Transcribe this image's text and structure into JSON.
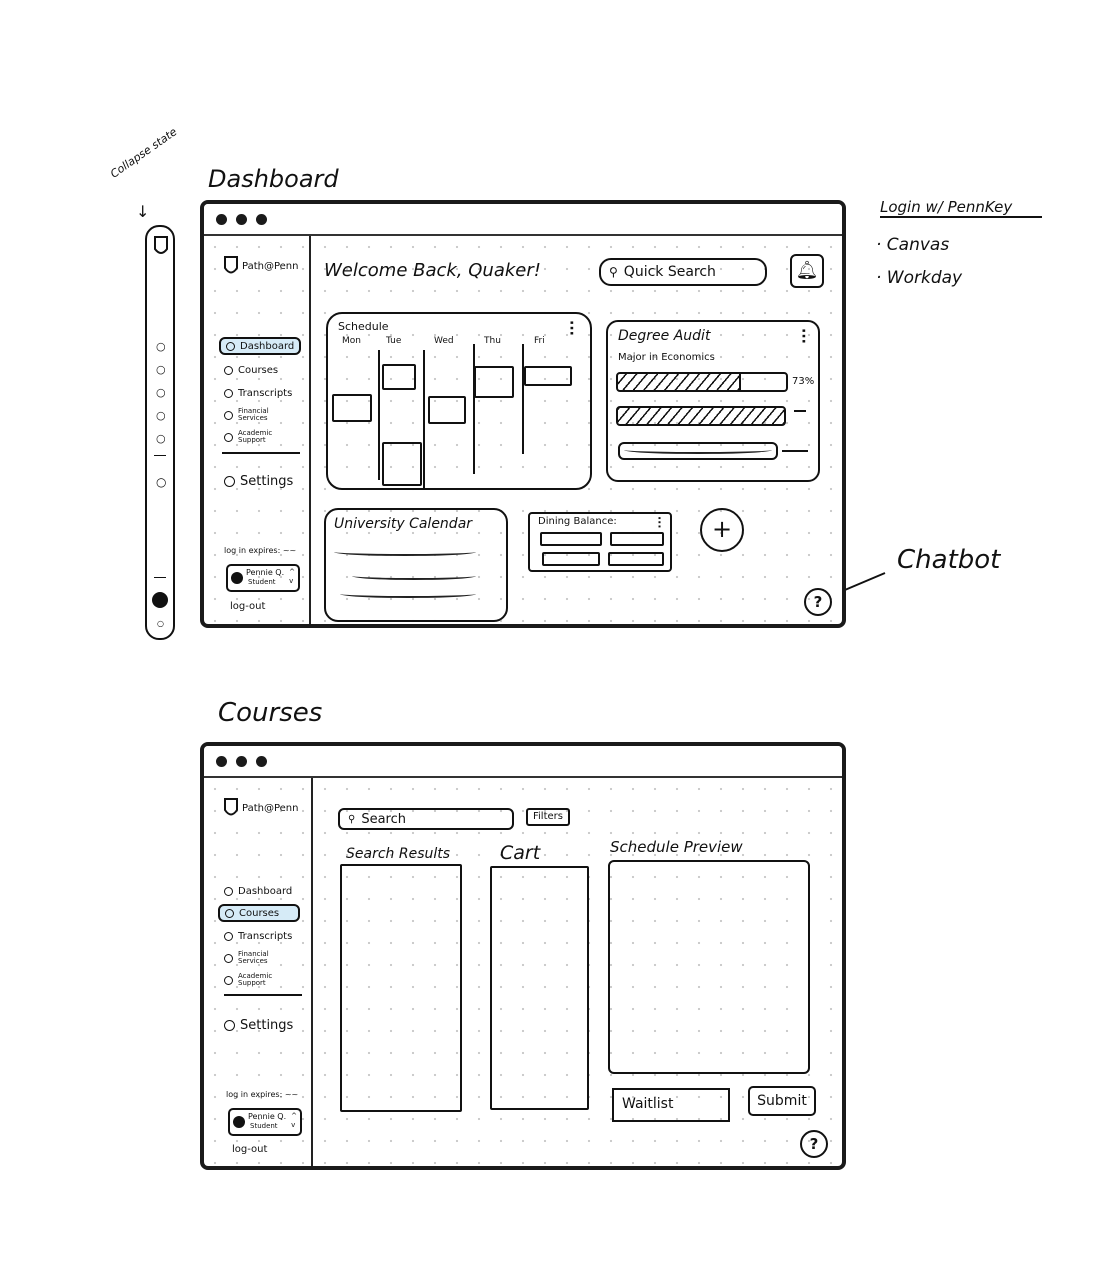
{
  "annotations": {
    "collapse_state": "Collapse state",
    "dashboard_title": "Dashboard",
    "courses_title": "Courses",
    "login_heading": "Login w/ PennKey",
    "login_items": [
      "· Canvas",
      "· Workday"
    ],
    "chatbot": "Chatbot"
  },
  "brand": {
    "name": "Path@Penn"
  },
  "nav": {
    "items": [
      "Dashboard",
      "Courses",
      "Transcripts",
      "Financial Services",
      "Academic Support"
    ],
    "settings": "Settings",
    "login_expires": "log in expires: ~~",
    "user_name": "Pennie Q.",
    "user_role": "Student",
    "logout": "log-out"
  },
  "dashboard": {
    "welcome": "Welcome Back, Quaker!",
    "search_placeholder": "Quick Search",
    "schedule": {
      "title": "Schedule",
      "days": [
        "Mon",
        "Tue",
        "Wed",
        "Thu",
        "Fri"
      ]
    },
    "degree_audit": {
      "title": "Degree Audit",
      "subtitle": "Major in Economics",
      "progress_percent": 73,
      "progress_label": "73%"
    },
    "calendar": {
      "title": "University Calendar"
    },
    "dining": {
      "title": "Dining Balance:"
    },
    "add_widget": "+",
    "help": "?"
  },
  "courses": {
    "search_placeholder": "Search",
    "filters": "Filters",
    "search_results": "Search Results",
    "cart": "Cart",
    "schedule_preview": "Schedule Preview",
    "waitlist": "Waitlist",
    "submit": "Submit",
    "help": "?"
  }
}
